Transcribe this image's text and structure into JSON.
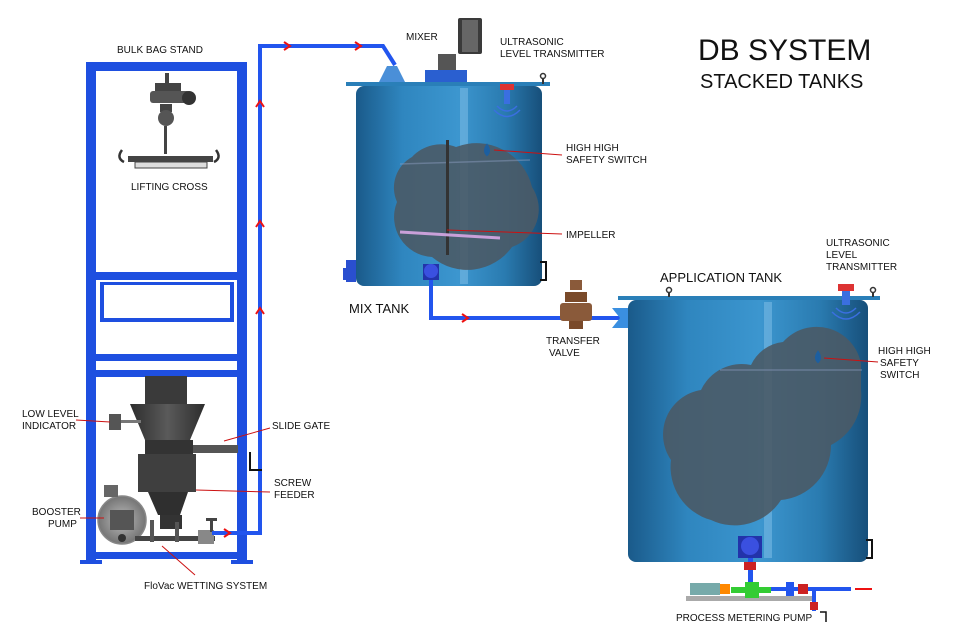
{
  "title": "DB SYSTEM",
  "subtitle": "STACKED TANKS",
  "labels": {
    "bulk_bag_stand": "BULK BAG STAND",
    "lifting_cross": "LIFTING CROSS",
    "low_level_indicator_1": "LOW LEVEL",
    "low_level_indicator_2": "INDICATOR",
    "slide_gate": "SLIDE GATE",
    "screw_feeder_1": "SCREW",
    "screw_feeder_2": "FEEDER",
    "booster_pump_1": "BOOSTER",
    "booster_pump_2": "PUMP",
    "flovac": "FloVac WETTING SYSTEM",
    "mixer": "MIXER",
    "ultrasonic_1_line1": "ULTRASONIC",
    "ultrasonic_1_line2": "LEVEL TRANSMITTER",
    "hh_switch_1_line1": "HIGH HIGH",
    "hh_switch_1_line2": "SAFETY SWITCH",
    "impeller": "IMPELLER",
    "mix_tank": "MIX TANK",
    "transfer_valve_1": "TRANSFER",
    "transfer_valve_2": "VALVE",
    "application_tank": "APPLICATION TANK",
    "ultrasonic_2_line1": "ULTRASONIC",
    "ultrasonic_2_line2": "LEVEL",
    "ultrasonic_2_line3": "TRANSMITTER",
    "hh_switch_2_line1": "HIGH HIGH",
    "hh_switch_2_line2": "SAFETY",
    "hh_switch_2_line3": "SWITCH",
    "process_metering_pump": "PROCESS METERING PUMP"
  },
  "colors": {
    "frame_blue": "#1e4fe0",
    "pipe_blue": "#2255ee",
    "tank_blue": "#2a7fb8",
    "tank_dark": "#1d5f8e",
    "liquid_gray": "#4a5a66",
    "equipment_gray": "#3f3f3f",
    "leader_red": "#cc1111",
    "flow_arrow_red": "#ee1111",
    "valve_brown": "#8a5a3a",
    "pump_green": "#33cc33",
    "pump_orange": "#ff8800"
  }
}
